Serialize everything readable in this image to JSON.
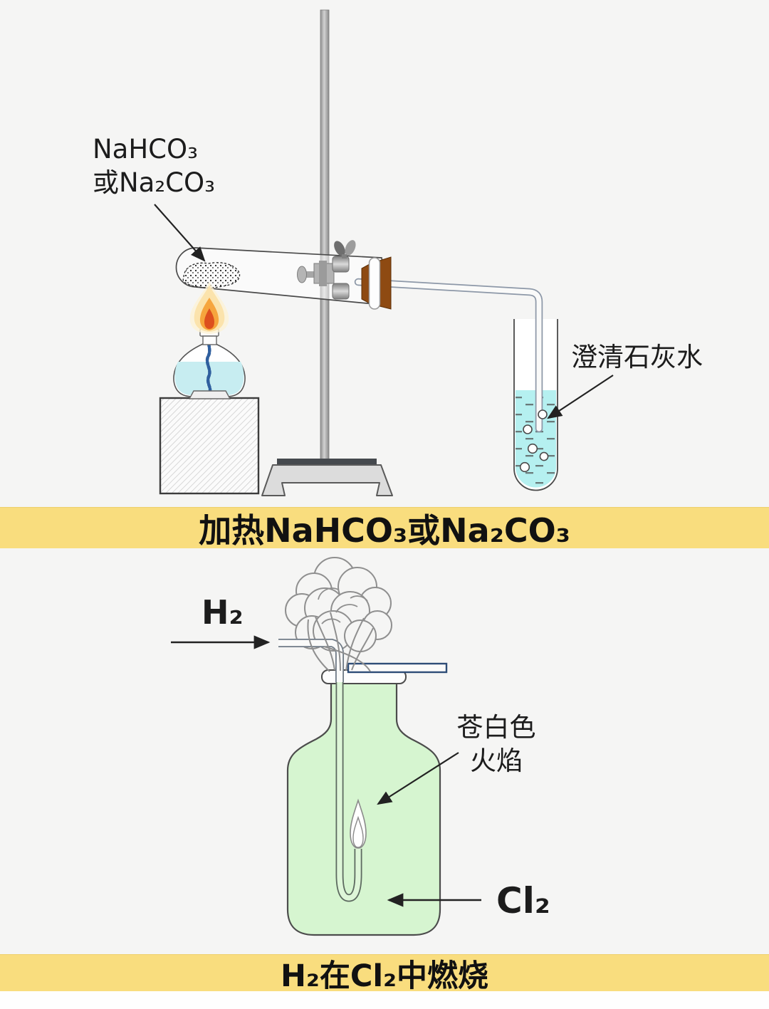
{
  "colors": {
    "background": "#f5f5f4",
    "banner_bg": "#f9dd7e",
    "limewater_fill": "#b5f0f0",
    "chlorine_gas_fill": "#d6f5d0",
    "stopper_brown": "#8e4a12",
    "alcohol_fill": "#c7edf1",
    "flame_orange": "#f6a53d",
    "flame_red": "#dd4f1e"
  },
  "top_diagram": {
    "reagent_label": {
      "line1": "NaHCO₃",
      "line2": "或Na₂CO₃"
    },
    "limewater_label": "澄清石灰水",
    "caption": "加热NaHCO₃或Na₂CO₃"
  },
  "bottom_diagram": {
    "h2_label": "H₂",
    "pale_flame_label": {
      "line1": "苍白色",
      "line2": "火焰"
    },
    "cl2_label": "Cl₂",
    "caption": "H₂在Cl₂中燃烧"
  }
}
